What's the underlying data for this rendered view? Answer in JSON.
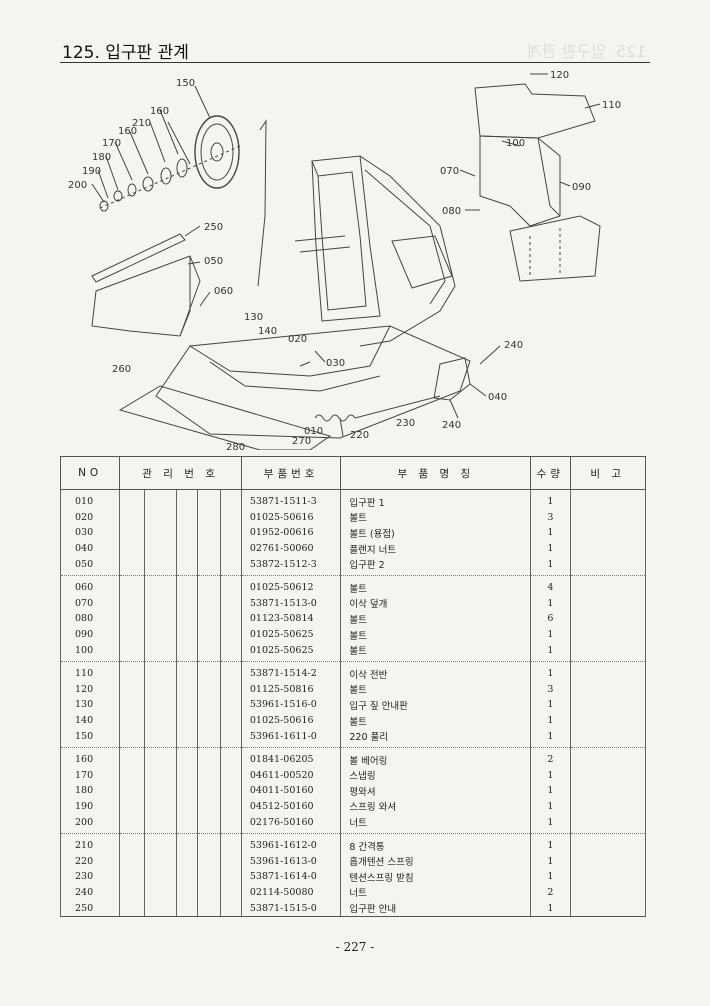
{
  "header": {
    "title": "125. 입구판 관계",
    "ghost_title": "125. 입구판 관계"
  },
  "callouts": {
    "c010": "010",
    "c020": "020",
    "c030": "030",
    "c040": "040",
    "c050": "050",
    "c060": "060",
    "c070": "070",
    "c080": "080",
    "c090": "090",
    "c100": "100",
    "c110": "110",
    "c120": "120",
    "c130": "130",
    "c140": "140",
    "c150": "150",
    "c160a": "160",
    "c160b": "160",
    "c170": "170",
    "c180": "180",
    "c190": "190",
    "c200": "200",
    "c210": "210",
    "c220": "220",
    "c230": "230",
    "c240a": "240",
    "c240b": "240",
    "c250": "250",
    "c260": "260",
    "c270": "270",
    "c280": "280"
  },
  "table": {
    "headers": {
      "no": "NO",
      "mgmt": "관 리 번 호",
      "part": "부품번호",
      "name": "부 품 명 칭",
      "qty": "수량",
      "remark": "비 고"
    },
    "groups": [
      [
        {
          "no": "010",
          "part": "53871-1511-3",
          "name": "입구판 1",
          "qty": "1"
        },
        {
          "no": "020",
          "part": "01025-50616",
          "name": "볼트",
          "qty": "3"
        },
        {
          "no": "030",
          "part": "01952-00616",
          "name": "볼트 (용접)",
          "qty": "1"
        },
        {
          "no": "040",
          "part": "02761-50060",
          "name": "플랜지 너트",
          "qty": "1"
        },
        {
          "no": "050",
          "part": "53872-1512-3",
          "name": "입구판 2",
          "qty": "1"
        }
      ],
      [
        {
          "no": "060",
          "part": "01025-50612",
          "name": "볼트",
          "qty": "4"
        },
        {
          "no": "070",
          "part": "53871-1513-0",
          "name": "이삭 덮개",
          "qty": "1"
        },
        {
          "no": "080",
          "part": "01123-50814",
          "name": "볼트",
          "qty": "6"
        },
        {
          "no": "090",
          "part": "01025-50625",
          "name": "볼트",
          "qty": "1"
        },
        {
          "no": "100",
          "part": "01025-50625",
          "name": "볼트",
          "qty": "1"
        }
      ],
      [
        {
          "no": "110",
          "part": "53871-1514-2",
          "name": "이삭 전반",
          "qty": "1"
        },
        {
          "no": "120",
          "part": "01125-50816",
          "name": "볼트",
          "qty": "3"
        },
        {
          "no": "130",
          "part": "53961-1516-0",
          "name": "입구 짚 안내판",
          "qty": "1"
        },
        {
          "no": "140",
          "part": "01025-50616",
          "name": "볼트",
          "qty": "1"
        },
        {
          "no": "150",
          "part": "53961-1611-0",
          "name": "220 풀리",
          "qty": "1"
        }
      ],
      [
        {
          "no": "160",
          "part": "01841-06205",
          "name": "볼 베어링",
          "qty": "2"
        },
        {
          "no": "170",
          "part": "04611-00520",
          "name": "스냅링",
          "qty": "1"
        },
        {
          "no": "180",
          "part": "04011-50160",
          "name": "평와셔",
          "qty": "1"
        },
        {
          "no": "190",
          "part": "04512-50160",
          "name": "스프링 와셔",
          "qty": "1"
        },
        {
          "no": "200",
          "part": "02176-50160",
          "name": "너트",
          "qty": "1"
        }
      ],
      [
        {
          "no": "210",
          "part": "53961-1612-0",
          "name": "8 간격통",
          "qty": "1"
        },
        {
          "no": "220",
          "part": "53961-1613-0",
          "name": "홉개텐션 스프링",
          "qty": "1"
        },
        {
          "no": "230",
          "part": "53871-1614-0",
          "name": "텐션스프링 받침",
          "qty": "1"
        },
        {
          "no": "240",
          "part": "02114-50080",
          "name": "너트",
          "qty": "2"
        },
        {
          "no": "250",
          "part": "53871-1515-0",
          "name": "입구판 안내",
          "qty": "1"
        }
      ]
    ]
  },
  "footer": {
    "page": "- 227 -"
  }
}
